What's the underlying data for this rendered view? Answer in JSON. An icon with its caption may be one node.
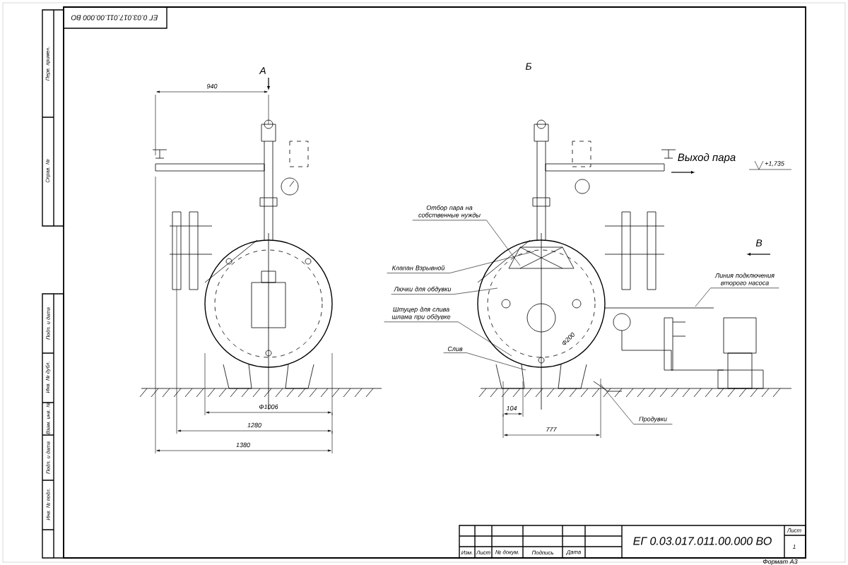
{
  "diagram": {
    "nodes": [
      {
        "text": [
          "Отбор пара на собственные нужды"
        ]
      },
      {
        "text": [
          "Клапан Взрывной"
        ]
      },
      {
        "text": [
          "Лючки для обдувки"
        ]
      },
      {
        "text": [
          "Штуцер для слива шлама при обдувке"
        ]
      },
      {
        "text": [
          "Слив"
        ]
      },
      {
        "text": [
          "Продувки"
        ]
      },
      {
        "text": [
          "Линия подключения второго насоса"
        ]
      }
    ],
    "edges": [
      {
        "from": 0,
        "to": null,
        "arrow": "none"
      },
      {
        "from": 1,
        "to": null,
        "arrow": "none"
      },
      {
        "from": 2,
        "to": null,
        "arrow": "none"
      },
      {
        "from": 3,
        "to": null,
        "arrow": "none"
      },
      {
        "from": 4,
        "to": null,
        "arrow": "none"
      },
      {
        "from": 5,
        "to": null,
        "arrow": "none"
      },
      {
        "from": 6,
        "to": null,
        "arrow": "none"
      }
    ],
    "labels": [
      "940",
      "А",
      "Б",
      "Выход пара",
      "+1,735",
      "В",
      "Ф200",
      "Ф1006",
      "1280",
      "1380",
      "104",
      "777",
      "ЕГ 0.03.017.011.00.000 ВО",
      "Перв. примен.",
      "Справ. №",
      "Подп. и дата",
      "Инв. № дубл.",
      "Взам. инв. №",
      "Подп. и дата",
      "Инв. № подл.",
      "ЕГ 0.03.017.011.00.000 ВО",
      "Лист",
      "1",
      "Изм.",
      "Лист",
      "№ докум.",
      "Подпись",
      "Дата",
      "Формат А3"
    ]
  }
}
